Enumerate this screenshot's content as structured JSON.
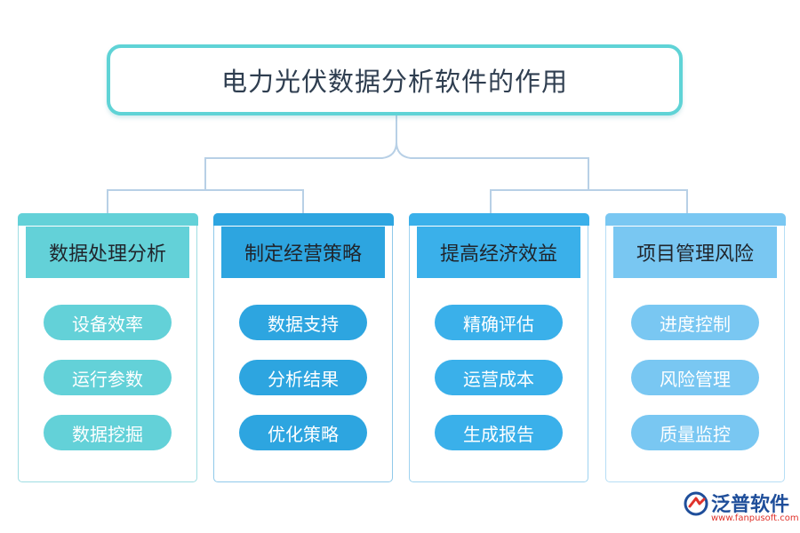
{
  "title": "电力光伏数据分析软件的作用",
  "columns": [
    {
      "header": "数据处理分析",
      "items": [
        "设备效率",
        "运行参数",
        "数据挖掘"
      ]
    },
    {
      "header": "制定经营策略",
      "items": [
        "数据支持",
        "分析结果",
        "优化策略"
      ]
    },
    {
      "header": "提高经济效益",
      "items": [
        "精确评估",
        "运营成本",
        "生成报告"
      ]
    },
    {
      "header": "项目管理风险",
      "items": [
        "进度控制",
        "风险管理",
        "质量监控"
      ]
    }
  ],
  "colors": {
    "connector": "#b8d0e6",
    "title_border": "#5fd3d6",
    "col1_accent": "#63d1d8",
    "col1_header": "#63d1d8",
    "col2_accent": "#2da5e0",
    "col2_header": "#2da5e0",
    "col3_accent": "#3ab0ea",
    "col3_header": "#3ab0ea",
    "col4_accent": "#79c7f2",
    "col4_header": "#79c7f2"
  },
  "logo": {
    "name": "泛普软件",
    "url": "www.fanpusoft.com"
  }
}
